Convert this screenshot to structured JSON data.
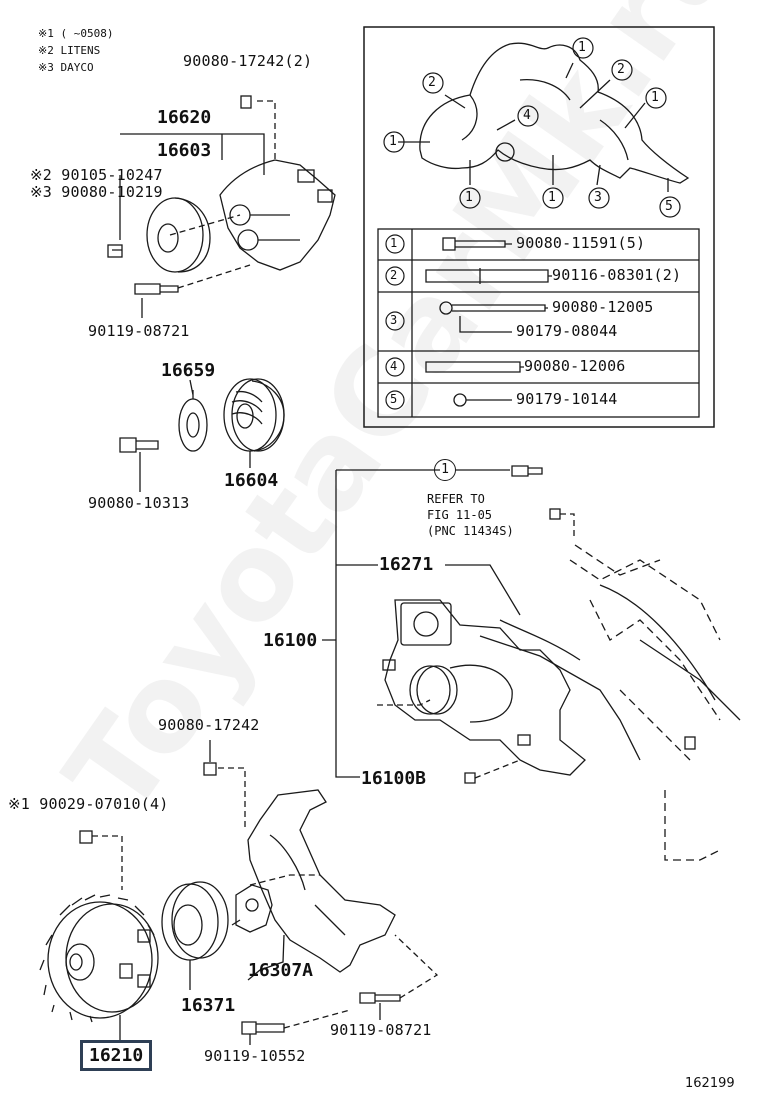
{
  "notes": {
    "n1": "※1 (   ~0508)",
    "n2": "※2 LITENS",
    "n3": "※3 DAYCO"
  },
  "parts": {
    "p90080_17242_top": "90080-17242(2)",
    "p16620": "16620",
    "p16603": "16603",
    "p90105_10247": "※2 90105-10247",
    "p90080_10219": "※3 90080-10219",
    "p90119_08721_top": "90119-08721",
    "p16659": "16659",
    "p16604": "16604",
    "p90080_10313": "90080-10313",
    "p16271": "16271",
    "p16100": "16100",
    "p16100B": "16100B",
    "p90080_17242_mid": "90080-17242",
    "p90029_07010": "※1 90029-07010(4)",
    "p16307A": "16307A",
    "p16371": "16371",
    "p90119_08721_bot": "90119-08721",
    "p90119_10552": "90119-10552",
    "p16210": "16210"
  },
  "refer": {
    "line1": "REFER TO",
    "line2": "FIG 11-05",
    "line3": "(PNC 11434S)",
    "circle": "1"
  },
  "inset": {
    "callouts": [
      "2",
      "1",
      "2",
      "1",
      "4",
      "1",
      "1",
      "1",
      "3",
      "5"
    ],
    "table": [
      {
        "key": "1",
        "parts": [
          "90080-11591(5)"
        ]
      },
      {
        "key": "2",
        "parts": [
          "90116-08301(2)"
        ]
      },
      {
        "key": "3",
        "parts": [
          "90080-12005",
          "90179-08044"
        ]
      },
      {
        "key": "4",
        "parts": [
          "90080-12006"
        ]
      },
      {
        "key": "5",
        "parts": [
          "90179-10144"
        ]
      }
    ]
  },
  "figure_number": "162199",
  "watermark": "ToyotaCarMk.ru",
  "colors": {
    "line": "#1a1a1a",
    "highlight_border": "#2e3f55"
  }
}
